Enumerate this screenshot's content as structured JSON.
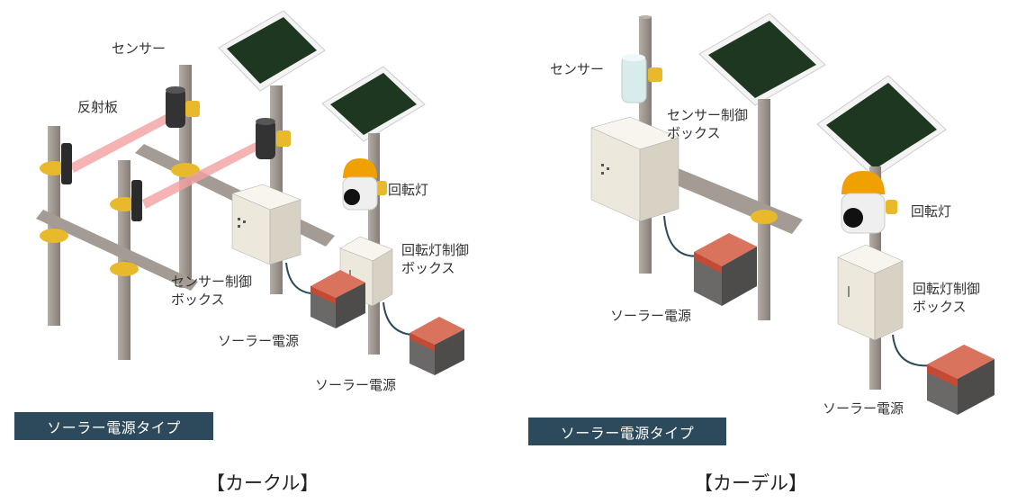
{
  "colors": {
    "pole": "#9d958e",
    "panel": "#1d3720",
    "panel_frame": "#f4f4f4",
    "clamp": "#e8b92a",
    "box": "#ece8dc",
    "battery_top": "#d9735e",
    "battery_band": "#c44a33",
    "battery_side": "#6b6868",
    "lamp": "#f0a000",
    "beam": "#f2a0a0",
    "sensor_dark": "#333333",
    "sensor_light": "#d8ecec",
    "badge": "#2c4a5c"
  },
  "left": {
    "labels": {
      "sensor": "センサー",
      "reflector": "反射板",
      "rotating_light": "回転灯",
      "light_control_box": "回転灯制御\nボックス",
      "sensor_control_box": "センサー制御\nボックス",
      "solar_power_1": "ソーラー電源",
      "solar_power_2": "ソーラー電源"
    },
    "badge": "ソーラー電源タイプ",
    "caption": "【カークル】"
  },
  "right": {
    "labels": {
      "sensor": "センサー",
      "sensor_control_box": "センサー制御\nボックス",
      "rotating_light": "回転灯",
      "light_control_box": "回転灯制御\nボックス",
      "solar_power_1": "ソーラー電源",
      "solar_power_2": "ソーラー電源"
    },
    "badge": "ソーラー電源タイプ",
    "caption": "【カーデル】"
  }
}
